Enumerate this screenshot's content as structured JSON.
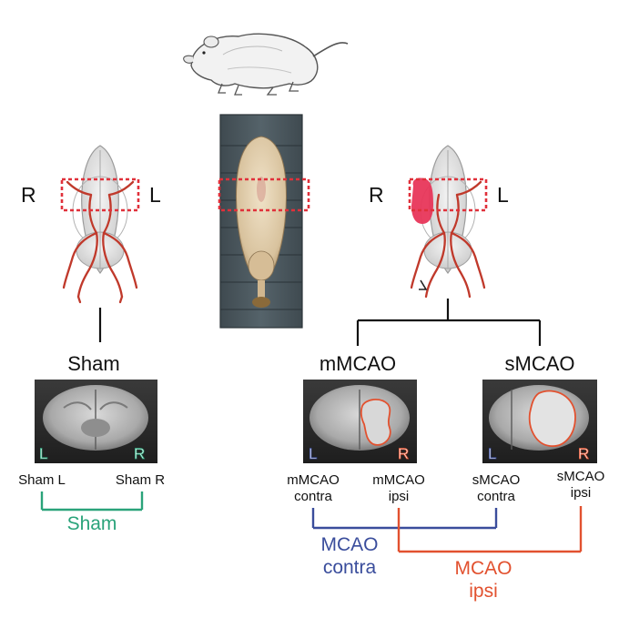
{
  "brain_left": {
    "r": "R",
    "l": "L"
  },
  "brain_right": {
    "r": "R",
    "l": "L"
  },
  "groups": {
    "sham": "Sham",
    "mmcao": "mMCAO",
    "smcao": "sMCAO"
  },
  "mri_corner_labels": {
    "sham": {
      "left": "L",
      "right": "R"
    },
    "mmcao": {
      "left": "L",
      "right": "R"
    },
    "smcao": {
      "left": "L",
      "right": "R"
    }
  },
  "samples": {
    "sham_l": "Sham L",
    "sham_r": "Sham R",
    "mmcao_contra": [
      "mMCAO",
      "contra"
    ],
    "mmcao_ipsi": [
      "mMCAO",
      "ipsi"
    ],
    "smcao_contra": [
      "sMCAO",
      "contra"
    ],
    "smcao_ipsi": [
      "sMCAO",
      "ipsi"
    ]
  },
  "pools": {
    "sham": "Sham",
    "mcao_contra": [
      "MCAO",
      "contra"
    ],
    "mcao_ipsi": [
      "MCAO",
      "ipsi"
    ]
  },
  "colors": {
    "artery": "#c0392b",
    "box_dash": "#e0303a",
    "infarct": "#e8365a",
    "sham_green": "#2aa37a",
    "contra_blue": "#3a4d9c",
    "ipsi_red": "#e2512f",
    "connector": "#111111"
  }
}
